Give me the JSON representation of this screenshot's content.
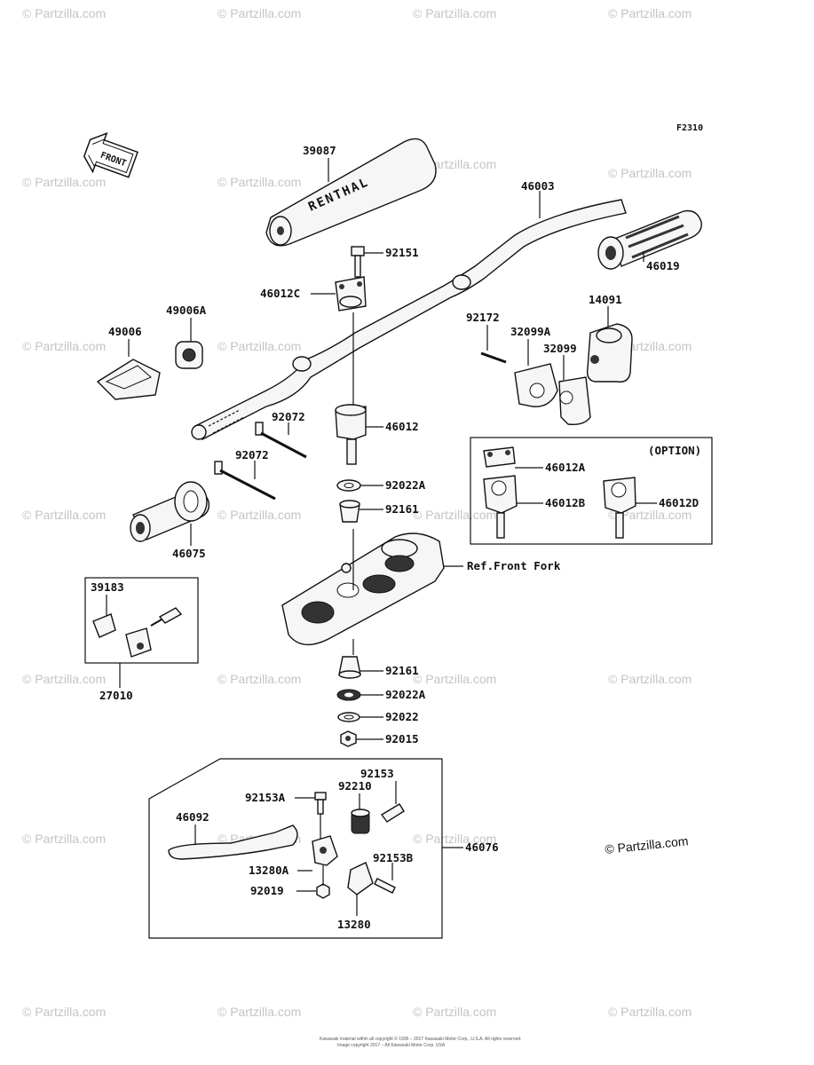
{
  "figure_code": "F2310",
  "front_label": "FRONT",
  "option_label": "(OPTION)",
  "ref_front_fork": "Ref.Front Fork",
  "watermark": "© Partzilla.com",
  "watermark_bold": "© Partzilla.com",
  "footer_line1": "Kawasaki material within all copyright © 1995 – 2017 Kawasaki Motor Corp., U.S.A. All rights reserved.",
  "footer_line2": "Image copyright 2017 – All Kawasaki Motor Corp. USA",
  "parts": {
    "p39087": "39087",
    "p46003": "46003",
    "p46019": "46019",
    "p92151": "92151",
    "p46012C": "46012C",
    "p49006A": "49006A",
    "p49006": "49006",
    "p14091": "14091",
    "p92172": "92172",
    "p32099A": "32099A",
    "p32099": "32099",
    "p46012": "46012",
    "p92072a": "92072",
    "p92072b": "92072",
    "p46012A": "46012A",
    "p46012B": "46012B",
    "p46012D": "46012D",
    "p92022A_top": "92022A",
    "p92161_top": "92161",
    "p46075": "46075",
    "p39183": "39183",
    "p27010": "27010",
    "p92161_bot": "92161",
    "p92022A_bot": "92022A",
    "p92022": "92022",
    "p92015": "92015",
    "p92153A": "92153A",
    "p92210": "92210",
    "p92153": "92153",
    "p46092": "46092",
    "p46076": "46076",
    "p92153B": "92153B",
    "p13280A": "13280A",
    "p92019": "92019",
    "p13280": "13280"
  },
  "pad_text": "RENTHAL"
}
